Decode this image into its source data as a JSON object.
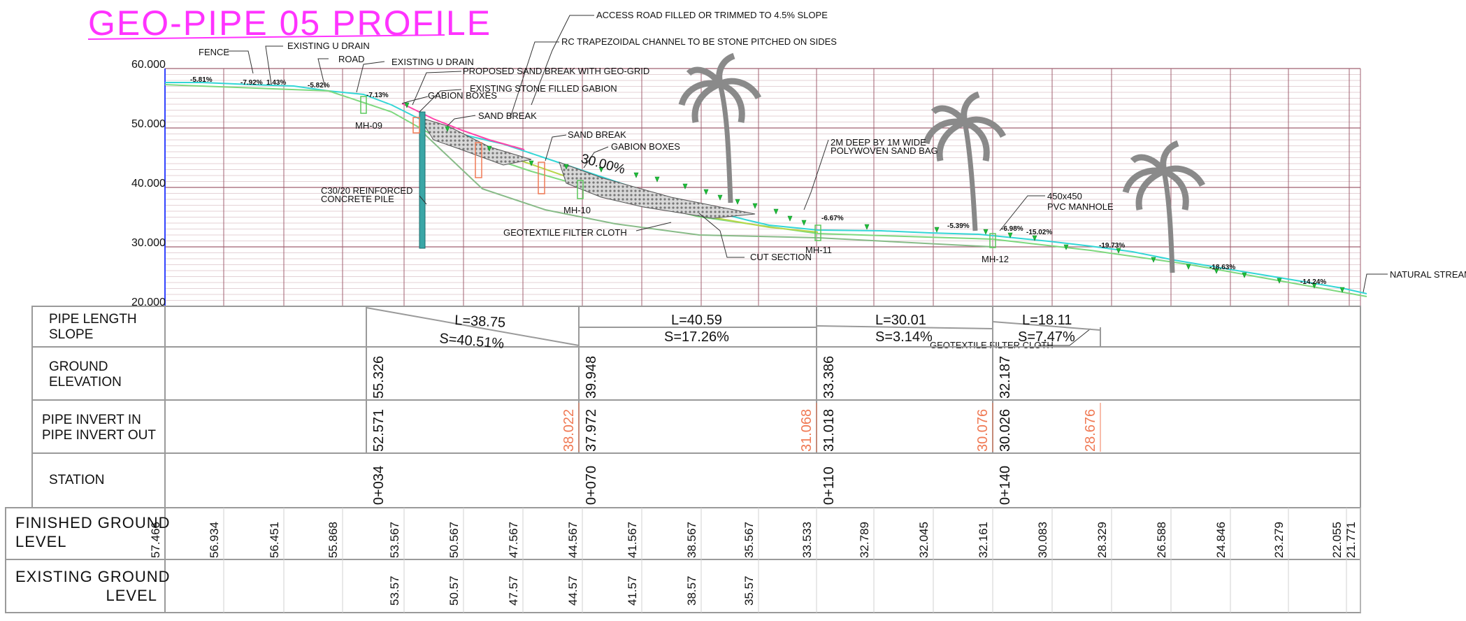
{
  "title": "GEO-PIPE 05 PROFILE",
  "colors": {
    "title": "#ff33ff",
    "grid_major": "#a06070",
    "grid_minor": "#c9a6ae",
    "invert_orange": "#f07a55",
    "arrow_green": "#1fbf3a",
    "ground_cyan": "#33d6d6",
    "slope_line": "#7ed87e"
  },
  "y_axis": [
    "60.000",
    "50.000",
    "40.000",
    "30.000",
    "20.000"
  ],
  "annotations": {
    "fence": "FENCE",
    "existing_u_drain_1": "EXISTING U DRAIN",
    "road": "ROAD",
    "existing_u_drain_2": "EXISTING U DRAIN",
    "proposed_sand_break": "PROPOSED SAND BREAK WITH GEO-GRID",
    "existing_gabion": "EXISTING STONE FILLED GABION",
    "gabion_boxes_1": "GABION BOXES",
    "sand_break_1": "SAND BREAK",
    "sand_break_2": "SAND BREAK",
    "gabion_boxes_2": "GABION BOXES",
    "access_road": "ACCESS ROAD FILLED OR TRIMMED TO 4.5% SLOPE",
    "rc_channel": "RC TRAPEZOIDAL CHANNEL TO BE STONE PITCHED ON SIDES",
    "pile_1": "C30/20 REINFORCED",
    "pile_2": "CONCRETE PILE",
    "geotextile_1": "GEOTEXTILE FILTER CLOTH",
    "geotextile_2": "GEOTEXTILE FILTER CLOTH",
    "cut_section": "CUT   SECTION",
    "sandbag_1": "2M DEEP BY 1M WIDE",
    "sandbag_2": "POLYWOVEN SAND BAG",
    "manhole_1": "450x450",
    "manhole_2": "PVC MANHOLE",
    "natural_stream": "NATURAL STREAM",
    "mh09": "MH-09",
    "mh10": "MH-10",
    "mh11": "MH-11",
    "mh12": "MH-12",
    "slope_30": "30.00%"
  },
  "slope_labels": [
    "-5.81%",
    "-7.92%",
    "1.43%",
    "-5.82%",
    "-7.13%",
    "-6.67%",
    "-5.39%",
    "-6.98%",
    "-15.02%",
    "-19.73%",
    "-18.63%",
    "-14.24%"
  ],
  "table": {
    "row_pipe": [
      "PIPE LENGTH",
      "SLOPE"
    ],
    "row_ground": [
      "GROUND",
      "ELEVATION"
    ],
    "row_invert": [
      "PIPE INVERT IN",
      "PIPE INVERT OUT"
    ],
    "row_station": "STATION",
    "row_fgl": [
      "FINISHED GROUND",
      "LEVEL"
    ],
    "row_egl": [
      "EXISTING GROUND",
      "LEVEL"
    ],
    "segments": [
      {
        "length": "L=38.75",
        "slope": "S=40.51%"
      },
      {
        "length": "L=40.59",
        "slope": "S=17.26%"
      },
      {
        "length": "L=30.01",
        "slope": "S=3.14%"
      },
      {
        "length": "L=18.11",
        "slope": "S=7.47%"
      }
    ],
    "ground_elevation": [
      "55.326",
      "39.948",
      "33.386",
      "32.187"
    ],
    "invert_in": [
      "52.571",
      "37.972",
      "31.018",
      "30.026"
    ],
    "invert_out": [
      "38.022",
      "31.068",
      "30.076",
      "28.676"
    ],
    "stations": [
      "0+034",
      "0+070",
      "0+110",
      "0+140"
    ],
    "finished_ground_level": [
      "57.466",
      "56.934",
      "56.451",
      "55.868",
      "53.567",
      "50.567",
      "47.567",
      "44.567",
      "41.567",
      "38.567",
      "35.567",
      "33.533",
      "32.789",
      "32.045",
      "32.161",
      "30.083",
      "28.329",
      "26.588",
      "24.846",
      "23.279",
      "22.055",
      "21.771"
    ],
    "existing_ground_level": [
      "53.57",
      "50.57",
      "47.57",
      "44.57",
      "41.57",
      "38.57",
      "35.57"
    ]
  }
}
